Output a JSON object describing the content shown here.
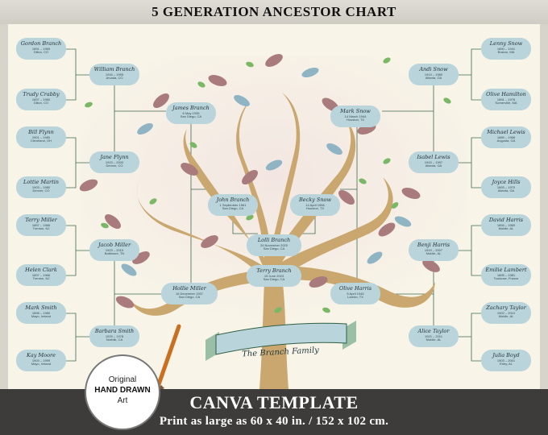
{
  "header": {
    "title": "5 GENERATION ANCESTOR CHART"
  },
  "footer": {
    "canva": "CANVA TEMPLATE",
    "print": "Print as large as 60 x 40 in. / 152 x 102 cm."
  },
  "badge": {
    "line1": "Original",
    "line2": "HAND DRAWN",
    "line3": "Art"
  },
  "banner": {
    "family": "The Branch Family"
  },
  "colors": {
    "box": "#b9d4da",
    "trunk": "#c9a76f",
    "leaf_mauve": "#a97b7d",
    "leaf_blue": "#8fb4c4",
    "leaf_green": "#7ab865",
    "frame": "#2f5f45"
  },
  "people": {
    "p1": {
      "name": "Gordon Branch",
      "dates": "1891 – 1965",
      "place": "Dillon, CO"
    },
    "p2": {
      "name": "Trudy Crabby",
      "dates": "1897 – 1980",
      "place": "Dillon, CO"
    },
    "p3": {
      "name": "Bill Flynn",
      "dates": "1901 – 1980",
      "place": "Cleveland, OH"
    },
    "p4": {
      "name": "Lottie Martin",
      "dates": "1903 – 1980",
      "place": "Denver, CO"
    },
    "p5": {
      "name": "Terry Miller",
      "dates": "1897 – 1966",
      "place": "Trenton, NJ"
    },
    "p6": {
      "name": "Helen Clark",
      "dates": "1897 – 1966",
      "place": "Trenton, NJ"
    },
    "p7": {
      "name": "Mark Smith",
      "dates": "1898 – 1980",
      "place": "Mayo, Ireland"
    },
    "p8": {
      "name": "Kay Moore",
      "dates": "1903 – 1999",
      "place": "Mayo, Ireland"
    },
    "g1": {
      "name": "William Branch",
      "dates": "1916 – 1995",
      "place": "Arvada, CO"
    },
    "g2": {
      "name": "Jane Flynn",
      "dates": "1923 – 2000",
      "place": "Denver, CO"
    },
    "g3": {
      "name": "Jacob Miller",
      "dates": "1923 – 2015",
      "place": "Baltimore, TN"
    },
    "g4": {
      "name": "Barbara Smith",
      "dates": "1929 – 1978",
      "place": "Norfolk, CA"
    },
    "r1": {
      "name": "James Branch",
      "dates": "6 May 1935",
      "place": "San Diego, CA"
    },
    "r2": {
      "name": "Hollie Miller",
      "dates": "16 December 1937",
      "place": "San Diego, CA"
    },
    "c1": {
      "name": "John Branch",
      "dates": "1 September 1961",
      "place": "San Diego, CA"
    },
    "c2": {
      "name": "Becky Snow",
      "dates": "14 April 1966",
      "place": "Houston, TX"
    },
    "s1": {
      "name": "Lolli Branch",
      "dates": "24 November 2020",
      "place": "San Diego, CA"
    },
    "s2": {
      "name": "Terry Branch",
      "dates": "15 June 2023",
      "place": "San Diego, CA"
    },
    "r3": {
      "name": "Mark Snow",
      "dates": "14 March 1944",
      "place": "Houston, TX"
    },
    "r4": {
      "name": "Olive Harris",
      "dates": "5 April 1945",
      "place": "Laredo, TX"
    },
    "g5": {
      "name": "Andi Snow",
      "dates": "1913 – 1980",
      "place": "Atlanta, GA"
    },
    "g6": {
      "name": "Isabel Lewis",
      "dates": "1915 – 1997",
      "place": "Atlanta, GA"
    },
    "g7": {
      "name": "Benji Harris",
      "dates": "1919 – 2007",
      "place": "Mobile, AL"
    },
    "g8": {
      "name": "Alice Taylor",
      "dates": "1921 – 2011",
      "place": "Mobile, AL"
    },
    "q1": {
      "name": "Lenny Snow",
      "dates": "1890 – 1941",
      "place": "Boston, MA"
    },
    "q2": {
      "name": "Olive Hamilton",
      "dates": "1891 – 1978",
      "place": "Somerville, MA"
    },
    "q3": {
      "name": "Michael Lewis",
      "dates": "1889 – 1968",
      "place": "Augusta, GA"
    },
    "q4": {
      "name": "Joyce Hills",
      "dates": "1893 – 1970",
      "place": "Atlanta, GA"
    },
    "q5": {
      "name": "David Harris",
      "dates": "1894 – 1969",
      "place": "Mobile, AL"
    },
    "q6": {
      "name": "Emilie Lambert",
      "dates": "1895 – 1981",
      "place": "Toulouse, France"
    },
    "q7": {
      "name": "Zachary Taylor",
      "dates": "1902 – 2010",
      "place": "Mobile, AL"
    },
    "q8": {
      "name": "Julia Boyd",
      "dates": "1903 – 2001",
      "place": "Erley, AL"
    }
  }
}
